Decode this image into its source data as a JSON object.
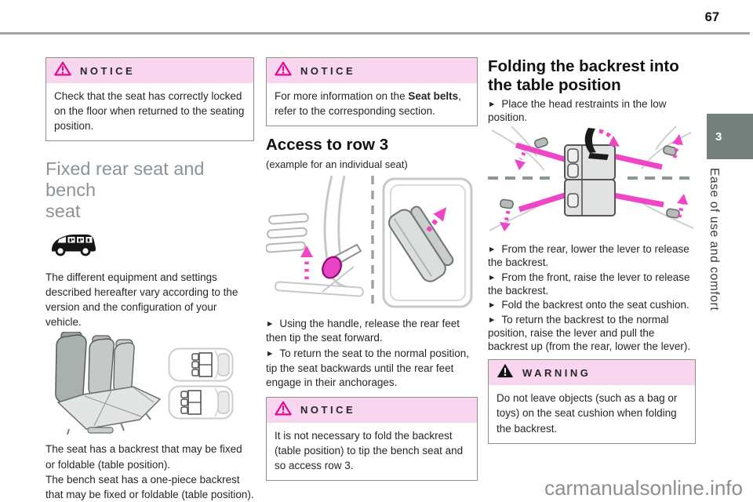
{
  "page": {
    "number": "67",
    "chapter_tab": "3",
    "side_label": "Ease of use and comfort",
    "watermark": "carmanualsonline.info"
  },
  "glyphs": {
    "bullet": "►"
  },
  "colors": {
    "accent_magenta": "#e6058d",
    "alert_header_bg": "#f8d6f0",
    "chapter_tab_bg": "#73807c",
    "top_rule": "#9ca7a5",
    "section_title_gray": "#8b9399"
  },
  "col1": {
    "notice1": {
      "label": "NOTICE",
      "body": "Check that the seat has correctly locked on the floor when returned to the seating position."
    },
    "section_title_lines": [
      "Fixed rear seat and bench",
      "seat"
    ],
    "intro": "The different equipment and settings described hereafter vary according to the version and the configuration of your vehicle.",
    "outro": [
      "The seat has a backrest that may be fixed or foldable (table position).",
      "The bench seat has a one-piece backrest that may be fixed or foldable (table position)."
    ]
  },
  "col2": {
    "notice2": {
      "label": "NOTICE",
      "body_prefix": "For more information on the ",
      "body_bold": "Seat belts",
      "body_suffix": ", refer to the corresponding section."
    },
    "heading": "Access to row 3",
    "subheading": "(example for an individual seat)",
    "bullets": [
      "Using the handle, release the rear feet then tip the seat forward.",
      "To return the seat to the normal position, tip the seat backwards until the rear feet engage in their anchorages."
    ],
    "notice3": {
      "label": "NOTICE",
      "body": "It is not necessary to fold the backrest (table position) to tip the bench seat and so access row 3."
    }
  },
  "col3": {
    "heading_lines": [
      "Folding the backrest into",
      "the table position"
    ],
    "bullets": [
      "Place the head restraints in the low position.",
      "From the rear, lower the lever to release the backrest.",
      "From the front, raise the lever to release the backrest.",
      "Fold the backrest onto the seat cushion.",
      "To return the backrest to the normal position, raise the lever and pull the backrest up (from the rear, lower the lever)."
    ],
    "warning": {
      "label": "WARNING",
      "body": "Do not leave objects (such as a bag or toys) on the seat cushion when folding the backrest."
    }
  }
}
